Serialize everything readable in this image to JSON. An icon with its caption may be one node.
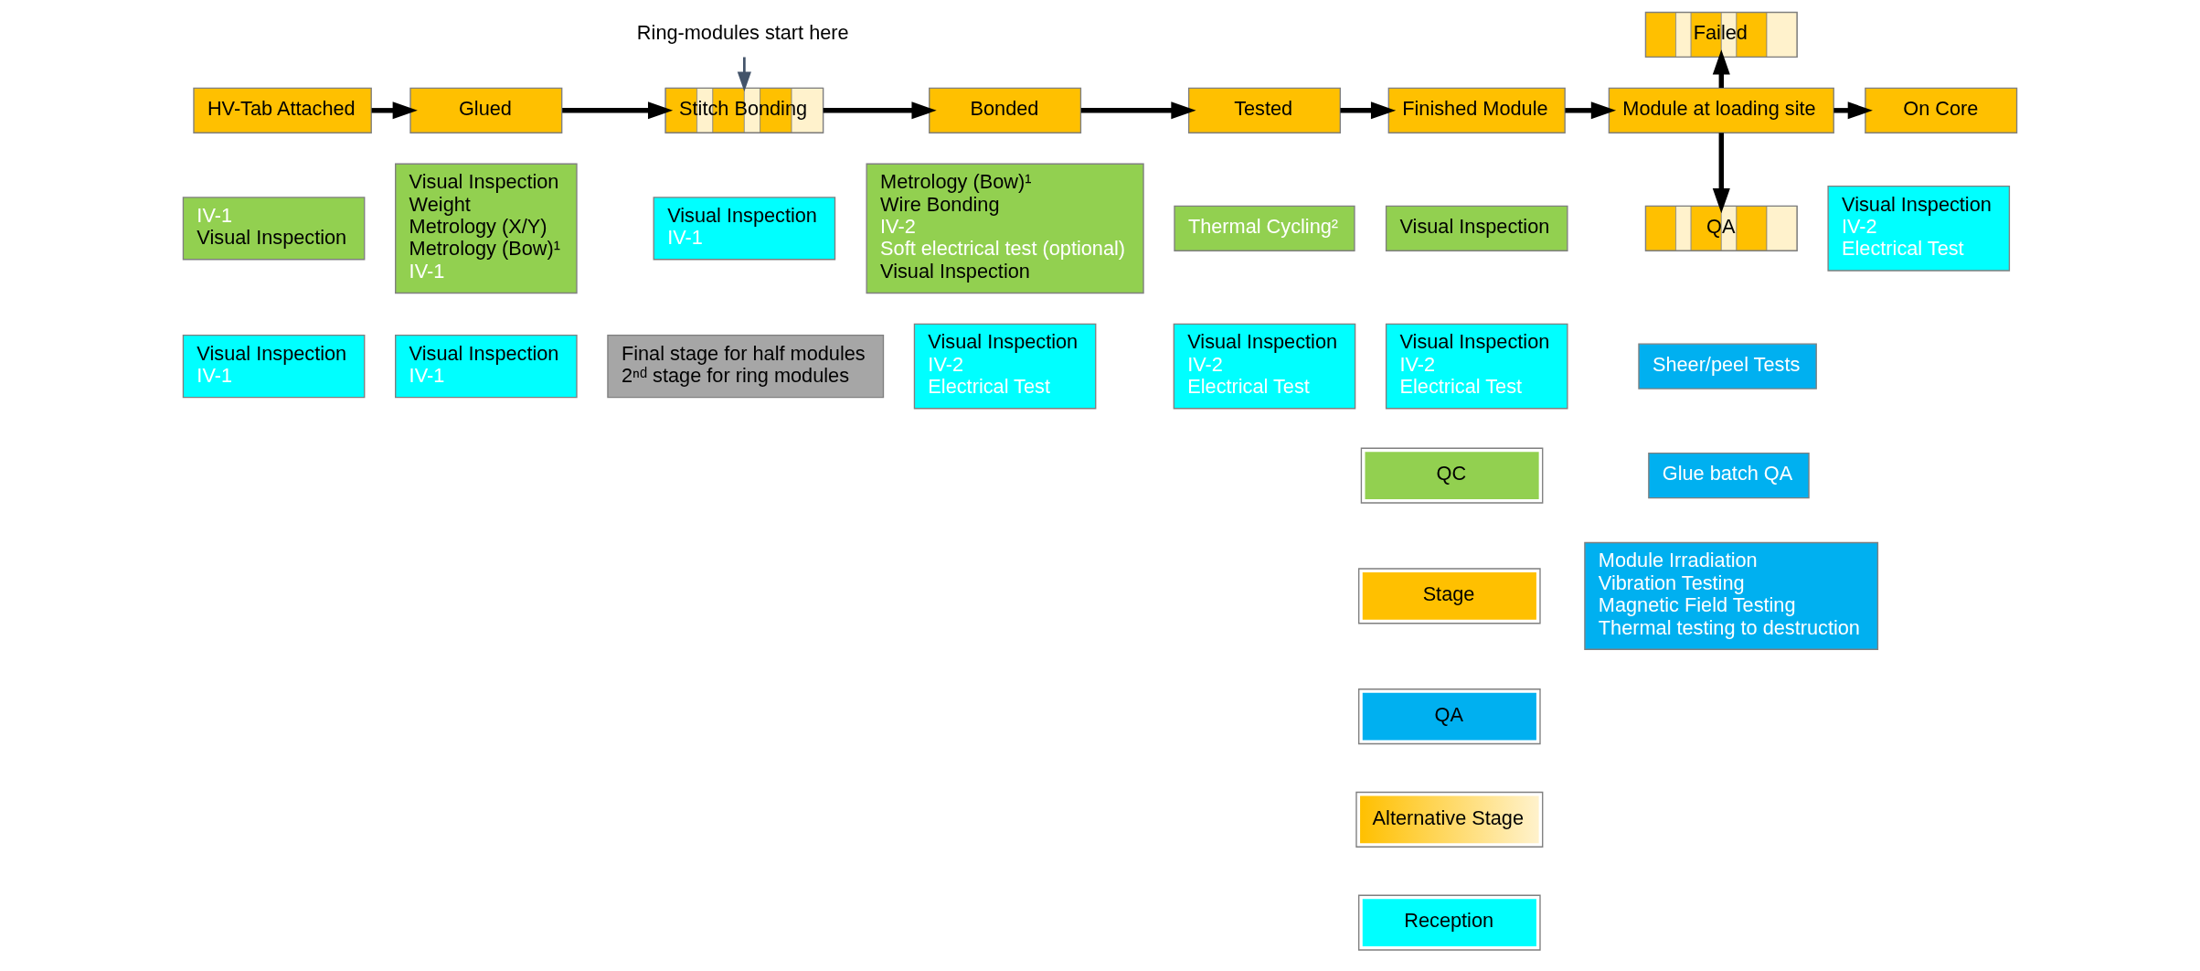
{
  "diagram": {
    "nodes": [
      {
        "text": [
          "Ring-modules start here"
        ]
      },
      {
        "text": [
          "HV-Tab Attached"
        ]
      },
      {
        "text": [
          "Glued"
        ]
      },
      {
        "text": [
          "Stitch Bonding"
        ]
      },
      {
        "text": [
          "Bonded"
        ]
      },
      {
        "text": [
          "Tested"
        ]
      },
      {
        "text": [
          "Finished Module"
        ]
      },
      {
        "text": [
          "Module at loading site"
        ]
      },
      {
        "text": [
          "Failed"
        ]
      },
      {
        "text": [
          "On Core"
        ]
      },
      {
        "text": [
          "QA"
        ]
      },
      {
        "text": [
          "IV-1",
          "Visual Inspection"
        ]
      },
      {
        "text": [
          "Visual Inspection",
          "IV-1"
        ]
      },
      {
        "text": [
          "Visual Inspection",
          "Weight",
          "Metrology (X/Y)",
          "Metrology (Bow)¹",
          "IV-1"
        ]
      },
      {
        "text": [
          "Visual Inspection",
          "IV-1"
        ]
      },
      {
        "text": [
          "Visual Inspection",
          "IV-1"
        ]
      },
      {
        "text": [
          "Final stage for half modules",
          "2ⁿᵈ stage for ring modules"
        ]
      },
      {
        "text": [
          "Metrology (Bow)¹",
          "Wire Bonding",
          "IV-2",
          "Soft electrical test (optional)",
          "Visual Inspection"
        ]
      },
      {
        "text": [
          "Visual Inspection",
          "IV-2",
          "Electrical Test"
        ]
      },
      {
        "text": [
          "Thermal Cycling²"
        ]
      },
      {
        "text": [
          "Visual Inspection",
          "IV-2",
          "Electrical Test"
        ]
      },
      {
        "text": [
          "Visual Inspection"
        ]
      },
      {
        "text": [
          "Visual Inspection",
          "IV-2",
          "Electrical Test"
        ]
      },
      {
        "text": [
          "Visual Inspection",
          "IV-2",
          "Electrical Test"
        ]
      },
      {
        "text": [
          "Sheer/peel Tests"
        ]
      },
      {
        "text": [
          "Glue batch QA"
        ]
      },
      {
        "text": [
          "Module Irradiation",
          "Vibration Testing",
          "Magnetic Field Testing",
          "Thermal testing to destruction"
        ]
      }
    ],
    "edges": [
      {
        "from": 0,
        "to": 3,
        "arrow": "to",
        "color": "#44546a"
      },
      {
        "from": 1,
        "to": 2,
        "arrow": "to"
      },
      {
        "from": 2,
        "to": 3,
        "arrow": "to"
      },
      {
        "from": 3,
        "to": 4,
        "arrow": "to"
      },
      {
        "from": 4,
        "to": 5,
        "arrow": "to"
      },
      {
        "from": 5,
        "to": 6,
        "arrow": "to"
      },
      {
        "from": 6,
        "to": 7,
        "arrow": "to"
      },
      {
        "from": 7,
        "to": 8,
        "arrow": "to"
      },
      {
        "from": 7,
        "to": 9,
        "arrow": "to"
      },
      {
        "from": 7,
        "to": 10,
        "arrow": "to"
      }
    ],
    "legend": [
      {
        "text": "QC",
        "color": "#92d050"
      },
      {
        "text": "Stage",
        "color": "#ffc000"
      },
      {
        "text": "QA",
        "color": "#00b0f0"
      },
      {
        "text": "Alternative Stage"
      },
      {
        "text": "Reception",
        "color": "#00ffff"
      }
    ]
  }
}
